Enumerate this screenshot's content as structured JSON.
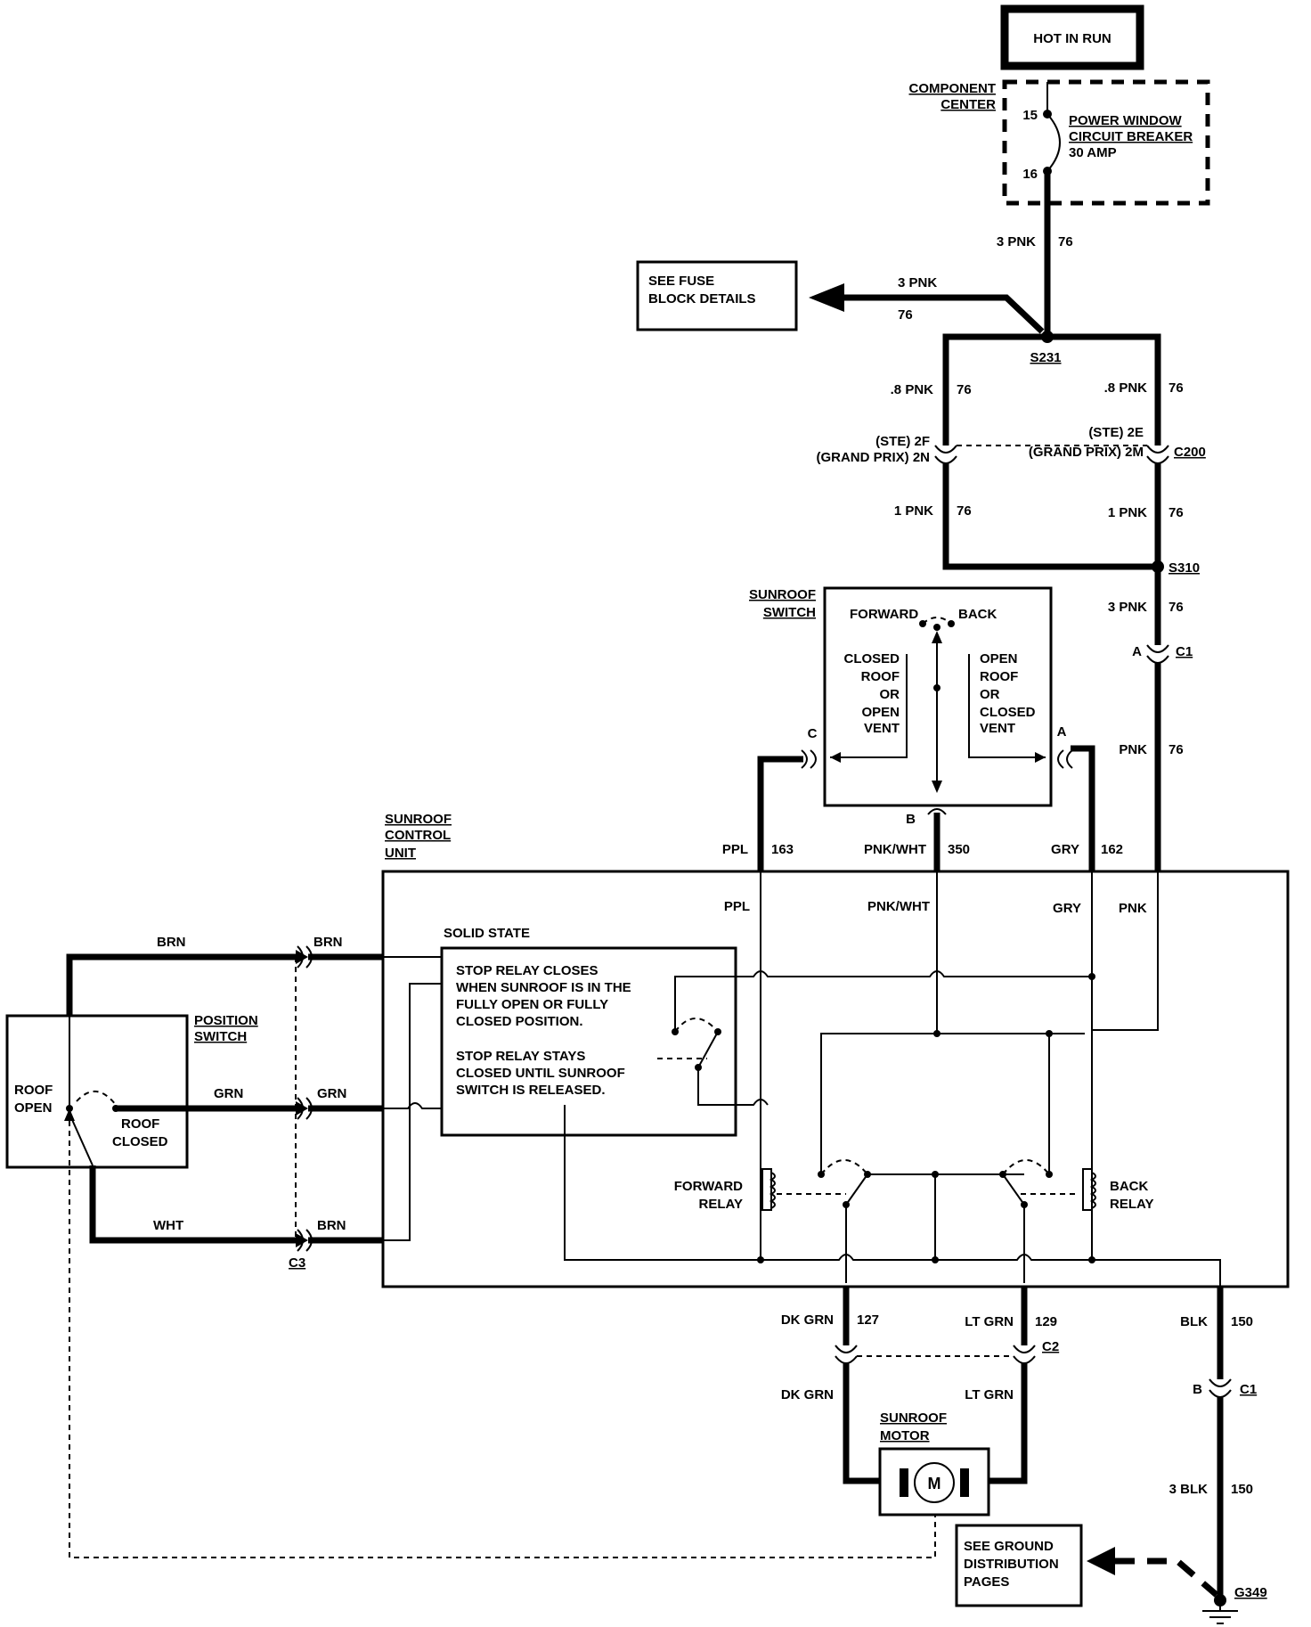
{
  "hot_in_run": "HOT IN RUN",
  "component_center": {
    "line1": "COMPONENT",
    "line2": "CENTER"
  },
  "breaker": {
    "pin_in": "15",
    "pin_out": "16",
    "line1": "POWER WINDOW",
    "line2": "CIRCUIT BREAKER",
    "line3": "30 AMP"
  },
  "fuse_block": {
    "line1": "SEE FUSE",
    "line2": "BLOCK DETAILS"
  },
  "splices": {
    "s231": "S231",
    "s310": "S310"
  },
  "connectors": {
    "c200": "C200",
    "c1": "C1",
    "c2": "C2",
    "c3": "C3",
    "ste_2f": "(STE) 2F",
    "gp_2n": "(GRAND PRIX) 2N",
    "ste_2e": "(STE) 2E",
    "gp_2m": "(GRAND PRIX) 2M",
    "pin_a": "A",
    "pin_b": "B",
    "pin_c": "C"
  },
  "wires": {
    "main_size": "3 PNK",
    "main_circuit": "76",
    "fuse_size": "3 PNK",
    "fuse_circuit": "76",
    "left_top_size": ".8 PNK",
    "left_top_circuit": "76",
    "right_top_size": ".8 PNK",
    "right_top_circuit": "76",
    "left_mid_size": "1 PNK",
    "left_mid_circuit": "76",
    "right_mid_size": "1 PNK",
    "right_mid_circuit": "76",
    "s310_size": "3 PNK",
    "s310_circuit": "76",
    "pnk": "PNK",
    "pnk_circuit": "76",
    "ppl": "PPL",
    "ppl_circuit": "163",
    "pnk_wht": "PNK/WHT",
    "pnk_wht_circuit": "350",
    "gry": "GRY",
    "gry_circuit": "162",
    "brn": "BRN",
    "grn": "GRN",
    "wht": "WHT",
    "dk_grn": "DK GRN",
    "dk_grn_circuit": "127",
    "lt_grn": "LT GRN",
    "lt_grn_circuit": "129",
    "blk": "BLK",
    "blk_circuit": "150",
    "blk_size": "3 BLK",
    "blk_size_circuit": "150"
  },
  "sunroof_switch": {
    "title1": "SUNROOF",
    "title2": "SWITCH",
    "forward": "FORWARD",
    "back": "BACK",
    "left": [
      "CLOSED",
      "ROOF",
      "OR",
      "OPEN",
      "VENT"
    ],
    "right": [
      "OPEN",
      "ROOF",
      "OR",
      "CLOSED",
      "VENT"
    ]
  },
  "control_unit": {
    "title1": "SUNROOF",
    "title2": "CONTROL",
    "title3": "UNIT",
    "solid_state": "SOLID STATE",
    "note": [
      "STOP RELAY CLOSES",
      "WHEN SUNROOF IS IN THE",
      "FULLY OPEN OR FULLY",
      "CLOSED POSITION.",
      "",
      "STOP RELAY STAYS",
      "CLOSED UNTIL SUNROOF",
      "SWITCH IS RELEASED."
    ],
    "forward_relay": [
      "FORWARD",
      "RELAY"
    ],
    "back_relay": [
      "BACK",
      "RELAY"
    ]
  },
  "position_switch": {
    "title1": "POSITION",
    "title2": "SWITCH",
    "roof_open": [
      "ROOF",
      "OPEN"
    ],
    "roof_closed": [
      "ROOF",
      "CLOSED"
    ]
  },
  "motor": {
    "title1": "SUNROOF",
    "title2": "MOTOR",
    "symbol": "M"
  },
  "ground": {
    "line1": "SEE GROUND",
    "line2": "DISTRIBUTION",
    "line3": "PAGES",
    "label": "G349"
  }
}
